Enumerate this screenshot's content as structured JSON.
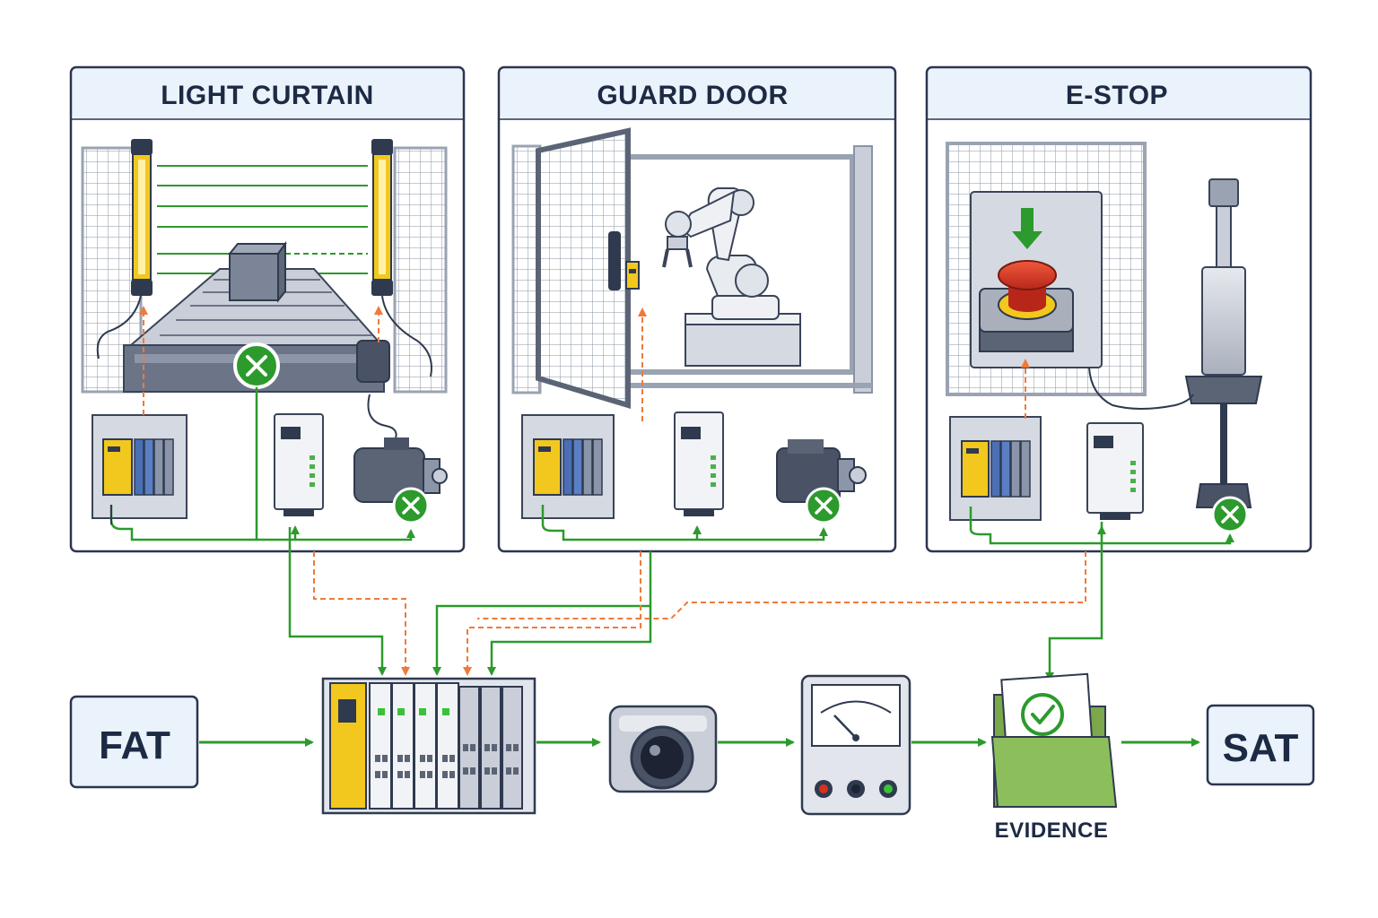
{
  "panels": [
    {
      "title": "LIGHT CURTAIN"
    },
    {
      "title": "GUARD DOOR"
    },
    {
      "title": "E-STOP"
    }
  ],
  "flow": {
    "start_label": "FAT",
    "end_label": "SAT",
    "evidence_label": "EVIDENCE"
  },
  "colors": {
    "panel_border": "#2b3550",
    "panel_header": "#eaf2fb",
    "signal_green": "#2c9a2c",
    "feedback_orange": "#f07a3a",
    "safety_yellow": "#f2c81e",
    "estop_red": "#d8311e",
    "folder_green": "#8cbf5c"
  },
  "icons": [
    "light-curtain-emitter-icon",
    "conveyor-icon",
    "safety-relay-icon",
    "drive-icon",
    "motor-icon",
    "guard-door-icon",
    "door-switch-icon",
    "robot-arm-icon",
    "estop-button-icon",
    "actuator-icon",
    "safety-plc-icon",
    "camera-icon",
    "meter-icon",
    "evidence-folder-icon",
    "checkmark-icon",
    "fault-x-icon"
  ]
}
